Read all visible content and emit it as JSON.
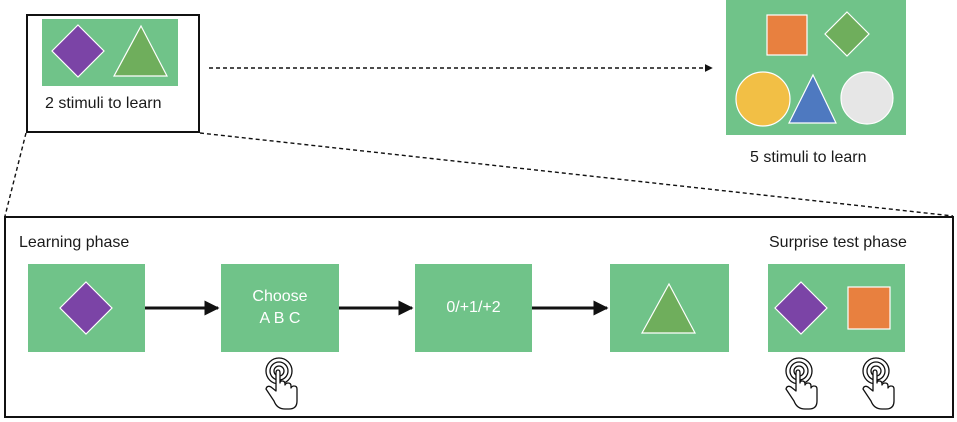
{
  "top": {
    "small_set_label": "2 stimuli to learn",
    "large_set_label": "5 stimuli to learn"
  },
  "procedure": {
    "learning_phase_label": "Learning phase",
    "test_phase_label": "Surprise test phase",
    "choose_title": "Choose",
    "choose_options": "A B C",
    "feedback_text": "0/+1/+2"
  },
  "colors": {
    "panel_green": "#70c389",
    "purple": "#7b44a6",
    "green_shape": "#6fae5c",
    "orange": "#e8803f",
    "yellow": "#f2bf45",
    "blue": "#4e79c0",
    "light_grey": "#e6e6e6"
  },
  "icons": [
    "diamond-shape",
    "triangle-shape",
    "square-shape",
    "circle-shape",
    "touch-hand-icon",
    "arrow-right-icon"
  ]
}
